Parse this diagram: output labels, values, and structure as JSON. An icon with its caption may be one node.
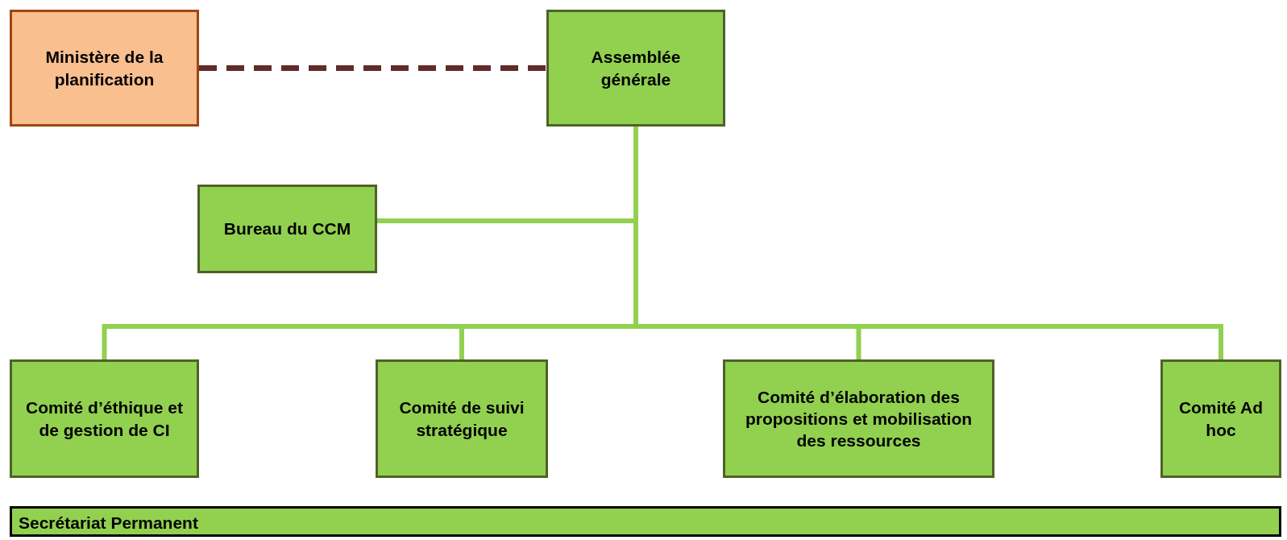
{
  "diagram": {
    "nodes": [
      {
        "text": [
          "Ministère de la planification"
        ]
      },
      {
        "text": [
          "Assemblée générale"
        ]
      },
      {
        "text": [
          "Bureau du CCM"
        ]
      },
      {
        "text": [
          "Comité d’éthique et de gestion de CI"
        ]
      },
      {
        "text": [
          "Comité de suivi stratégique"
        ]
      },
      {
        "text": [
          "Comité d’élaboration des propositions et mobilisation des ressources"
        ]
      },
      {
        "text": [
          "Comité Ad hoc"
        ]
      },
      {
        "text": [
          "Secrétariat Permanent"
        ]
      }
    ],
    "edges": [
      {
        "from": 0,
        "to": 1,
        "arrow": "none",
        "style": "dashed",
        "color": "#632a2a"
      },
      {
        "from": 1,
        "to": 2,
        "arrow": "none"
      },
      {
        "from": 1,
        "to": 3,
        "arrow": "none"
      },
      {
        "from": 1,
        "to": 4,
        "arrow": "none"
      },
      {
        "from": 1,
        "to": 5,
        "arrow": "none"
      },
      {
        "from": 1,
        "to": 6,
        "arrow": "none"
      }
    ]
  }
}
